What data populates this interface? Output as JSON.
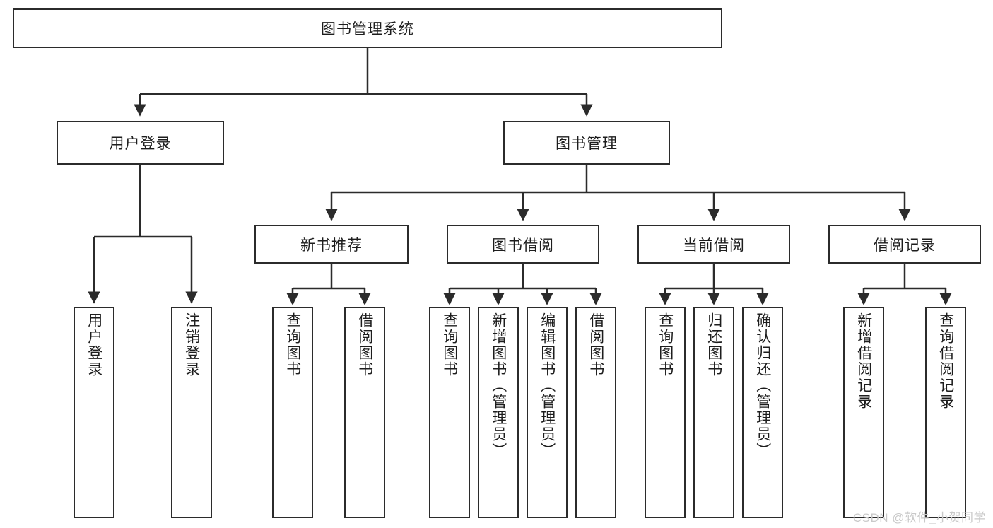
{
  "diagram": {
    "type": "tree-hierarchy",
    "title": "图书管理系统",
    "root": {
      "id": "root",
      "label": "图书管理系统"
    },
    "level1": [
      {
        "id": "user-login",
        "label": "用户登录"
      },
      {
        "id": "book-manage",
        "label": "图书管理"
      }
    ],
    "level2": [
      {
        "id": "new-book-recommend",
        "label": "新书推荐",
        "parent": "book-manage"
      },
      {
        "id": "book-borrow",
        "label": "图书借阅",
        "parent": "book-manage"
      },
      {
        "id": "current-borrow",
        "label": "当前借阅",
        "parent": "book-manage"
      },
      {
        "id": "borrow-record",
        "label": "借阅记录",
        "parent": "book-manage"
      }
    ],
    "leaves": [
      {
        "id": "leaf-user-login",
        "label": "用户登录",
        "parent": "user-login"
      },
      {
        "id": "leaf-user-logout",
        "label": "注销登录",
        "parent": "user-login"
      },
      {
        "id": "leaf-query-book-1",
        "label": "查询图书",
        "parent": "new-book-recommend"
      },
      {
        "id": "leaf-borrow-book-1",
        "label": "借阅图书",
        "parent": "new-book-recommend"
      },
      {
        "id": "leaf-query-book-2",
        "label": "查询图书",
        "parent": "book-borrow"
      },
      {
        "id": "leaf-add-book",
        "label": "新增图书（管理员）",
        "parent": "book-borrow"
      },
      {
        "id": "leaf-edit-book",
        "label": "编辑图书（管理员）",
        "parent": "book-borrow"
      },
      {
        "id": "leaf-borrow-book-2",
        "label": "借阅图书",
        "parent": "book-borrow"
      },
      {
        "id": "leaf-query-book-3",
        "label": "查询图书",
        "parent": "current-borrow"
      },
      {
        "id": "leaf-return-book",
        "label": "归还图书",
        "parent": "current-borrow"
      },
      {
        "id": "leaf-confirm-return",
        "label": "确认归还（管理员）",
        "parent": "current-borrow"
      },
      {
        "id": "leaf-add-record",
        "label": "新增借阅记录",
        "parent": "borrow-record"
      },
      {
        "id": "leaf-query-record",
        "label": "查询借阅记录",
        "parent": "borrow-record"
      }
    ],
    "colors": {
      "stroke": "#2b2b2b",
      "text": "#1d1d1d",
      "background": "#ffffff",
      "watermark": "#c9c9c9"
    }
  },
  "watermark": {
    "text": "CSDN @软件_小贺同学"
  }
}
